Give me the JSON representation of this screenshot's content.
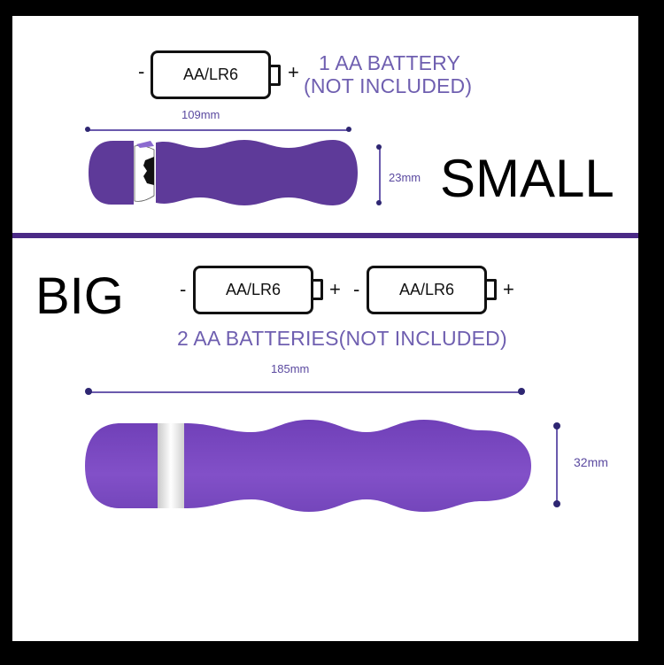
{
  "colors": {
    "frame": "#000000",
    "panel": "#ffffff",
    "accent_purple": "#4a2a86",
    "caption_purple": "#6f5fb0",
    "product_purple_small": "#5e3a99",
    "product_purple_big": "#7a48c0"
  },
  "small": {
    "title": "SMALL",
    "battery": {
      "label": "AA/LR6",
      "minus": "-",
      "plus": "+",
      "icon": "battery-icon"
    },
    "caption_line1": "1 AA BATTERY",
    "caption_line2": "(NOT INCLUDED)",
    "length": "109mm",
    "diameter": "23mm"
  },
  "big": {
    "title": "BIG",
    "batteries": [
      {
        "label": "AA/LR6",
        "minus": "-",
        "plus": "+",
        "icon": "battery-icon"
      },
      {
        "label": "AA/LR6",
        "minus": "-",
        "plus": "+",
        "icon": "battery-icon"
      }
    ],
    "caption": "2 AA BATTERIES(NOT INCLUDED)",
    "length": "185mm",
    "diameter": "32mm"
  }
}
